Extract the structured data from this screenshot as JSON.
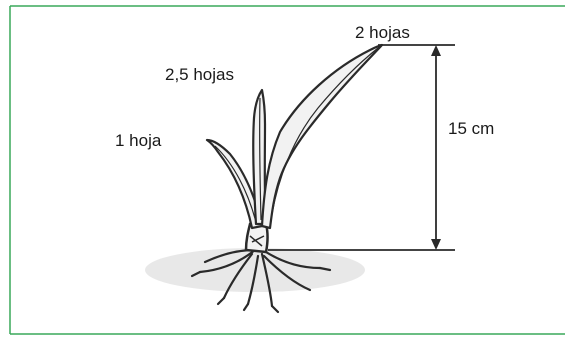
{
  "diagram": {
    "labels": {
      "leaf_one": "1 hoja",
      "leaf_two_half": "2,5 hojas",
      "leaf_two": "2 hojas",
      "height": "15 cm"
    },
    "colors": {
      "frame_border": "#3aa85a",
      "ink": "#2a2a2a",
      "leaf_fill": "#f2f2f2",
      "soil": "#d9d9d9"
    }
  }
}
